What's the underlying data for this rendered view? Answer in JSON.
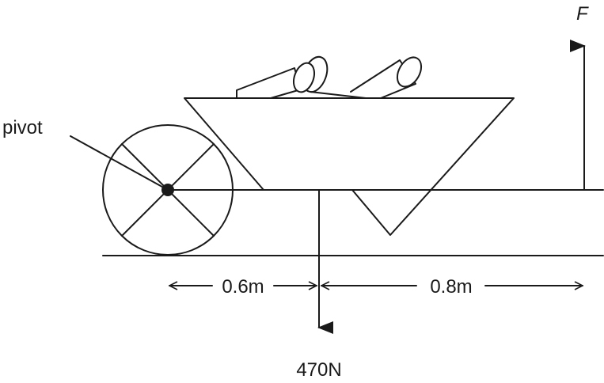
{
  "labels": {
    "pivot": "pivot",
    "force": "F",
    "weight": "470N",
    "dist_left": "0.6m",
    "dist_right": "0.8m"
  }
}
